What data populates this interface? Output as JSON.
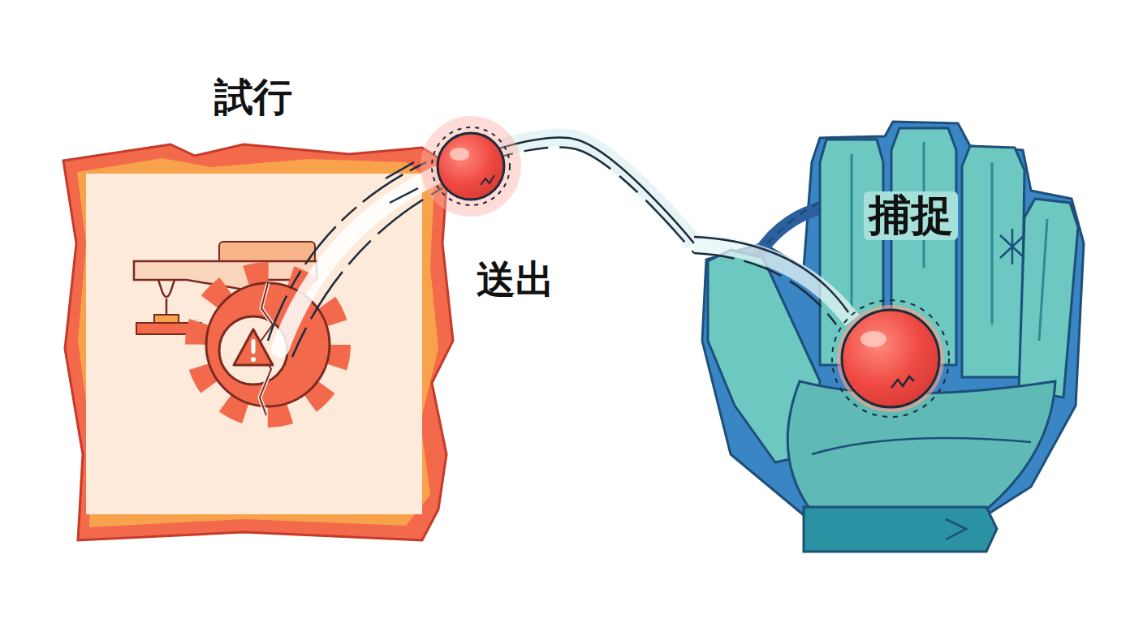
{
  "diagram": {
    "nodes": [
      {
        "text": [
          "試行"
        ]
      },
      {
        "text": [
          "捕捉"
        ]
      }
    ],
    "edges": [
      {
        "from": 0,
        "to": 1,
        "arrow": "none",
        "label": "送出"
      }
    ]
  }
}
